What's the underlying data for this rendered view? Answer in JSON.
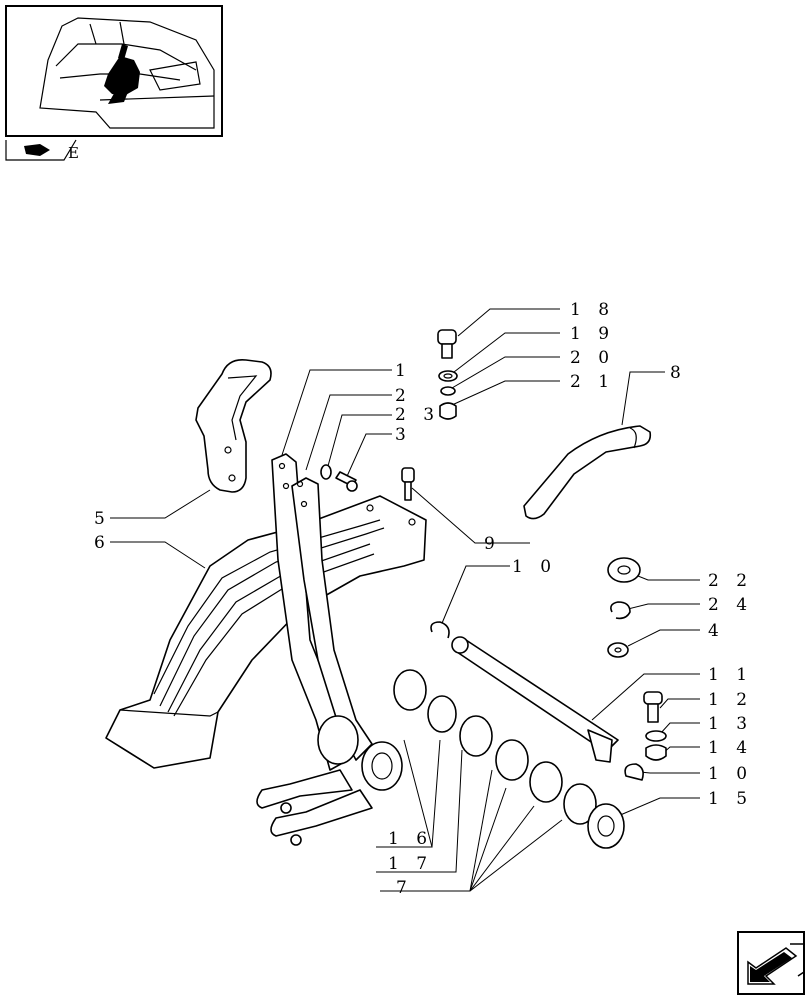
{
  "thumbnail": {
    "section_code": "E"
  },
  "callouts": [
    {
      "text": "1 8"
    },
    {
      "text": "1 9"
    },
    {
      "text": "2 0"
    },
    {
      "text": "2 1"
    },
    {
      "text": "8"
    },
    {
      "text": "1"
    },
    {
      "text": "2"
    },
    {
      "text": "2 3"
    },
    {
      "text": "3"
    },
    {
      "text": "5"
    },
    {
      "text": "6"
    },
    {
      "text": "9"
    },
    {
      "text": "1 0"
    },
    {
      "text": "2 2"
    },
    {
      "text": "2 4"
    },
    {
      "text": "4"
    },
    {
      "text": "1 1"
    },
    {
      "text": "1 2"
    },
    {
      "text": "1 3"
    },
    {
      "text": "1 4"
    },
    {
      "text": "1 0"
    },
    {
      "text": "1 5"
    },
    {
      "text": "1 6"
    },
    {
      "text": "1 7"
    },
    {
      "text": "7"
    }
  ],
  "nav": {
    "icon": "next-page-arrow-icon"
  }
}
